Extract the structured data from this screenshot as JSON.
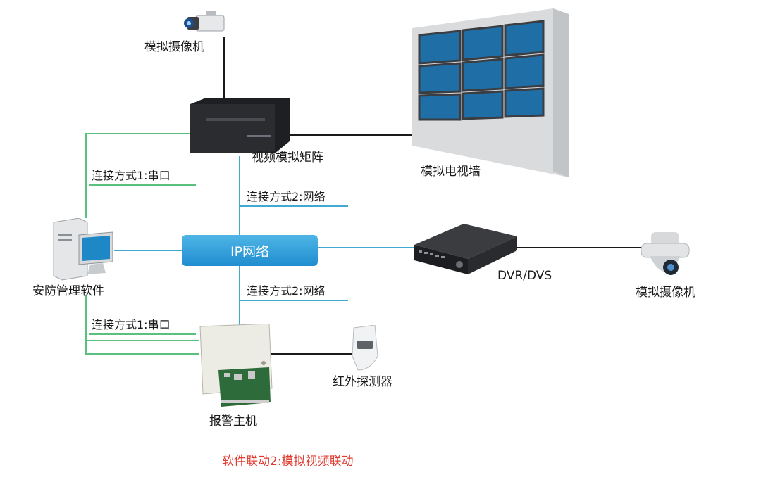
{
  "labels": {
    "analog_camera_top": "模拟摄像机",
    "video_matrix": "视频模拟矩阵",
    "analog_tv_wall": "模拟电视墙",
    "conn_serial_top": "连接方式1:串口",
    "conn_network_top": "连接方式2:网络",
    "ip_network": "IP网络",
    "dvr_dvs": "DVR/DVS",
    "analog_camera_right": "模拟摄像机",
    "security_software": "安防管理软件",
    "conn_network_bottom": "连接方式2:网络",
    "conn_serial_bottom": "连接方式1:串口",
    "ir_detector": "红外探测器",
    "alarm_host": "报警主机",
    "caption": "软件联动2:模拟视频联动"
  },
  "icons": [
    "box-camera-icon",
    "video-matrix-device-icon",
    "tv-wall-icon",
    "computer-icon",
    "dvr-device-icon",
    "dome-camera-icon",
    "alarm-panel-icon",
    "ir-detector-icon"
  ],
  "colors": {
    "green_link": "#5bbf7e",
    "blue_link": "#3fa9d1",
    "black_link": "#1a1a1a",
    "ip_box": "#2496d6",
    "caption": "#e03a2f"
  }
}
